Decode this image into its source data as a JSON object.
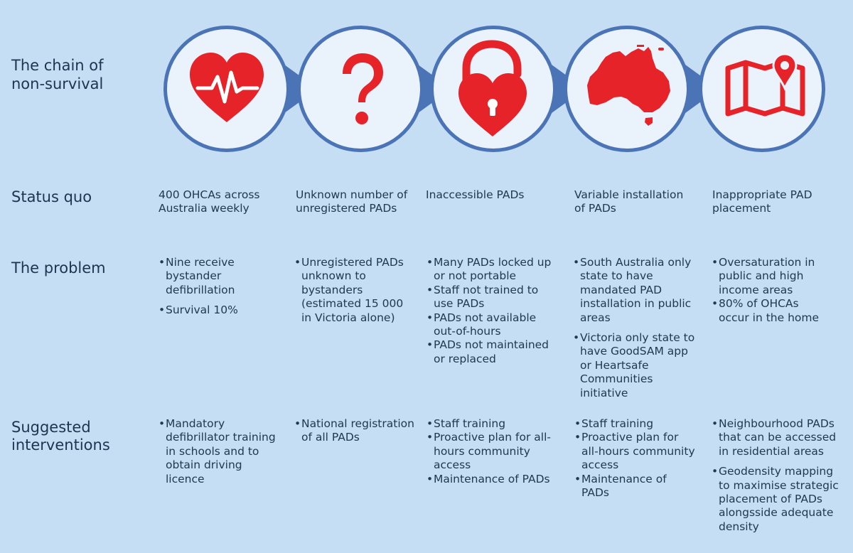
{
  "colors": {
    "background": "#c5def3",
    "circle_ring": "#4a74b6",
    "circle_fill": "#eaf2fb",
    "icon_red": "#e52329",
    "text": "#22384f"
  },
  "rows": {
    "chain": "The chain of non-survival",
    "status": "Status quo",
    "problem": "The problem",
    "interventions": "Suggested interventions"
  },
  "icons": [
    "heart-rate-icon",
    "question-mark-icon",
    "padlock-heart-icon",
    "australia-map-icon",
    "map-pin-icon"
  ],
  "columns": [
    {
      "status": "400 OHCAs across Australia weekly",
      "problem": [
        "Nine receive bystander defibrillation",
        "Survival 10%"
      ],
      "interventions": [
        "Mandatory defibrillator training in schools and to obtain driving licence"
      ]
    },
    {
      "status": "Unknown number of unregistered PADs",
      "problem": [
        "Unregistered PADs unknown to bystanders (estimated 15 000 in Victoria alone)"
      ],
      "interventions": [
        "National registration of all PADs"
      ]
    },
    {
      "status": "Inaccessible PADs",
      "problem": [
        "Many PADs locked up or not portable",
        "Staff not trained to use PADs",
        "PADs not available out-of-hours",
        "PADs not maintained or replaced"
      ],
      "interventions": [
        "Staff training",
        "Proactive plan for all-hours community access",
        "Maintenance of PADs"
      ]
    },
    {
      "status": "Variable installation of PADs",
      "problem": [
        "South Australia only state to have mandated PAD installation in public areas",
        "Victoria only state to have GoodSAM app or Heartsafe Communities initiative"
      ],
      "interventions": [
        "Staff training",
        "Proactive plan for all-hours community access",
        "Maintenance of PADs"
      ]
    },
    {
      "status": "Inappropriate PAD placement",
      "problem": [
        "Oversaturation in public and high income areas",
        "80% of OHCAs occur in the home"
      ],
      "interventions": [
        "Neighbourhood PADs that can be accessed in residential areas",
        "Geodensity mapping to maximise strategic placement of PADs alongsside adequate density"
      ]
    }
  ]
}
